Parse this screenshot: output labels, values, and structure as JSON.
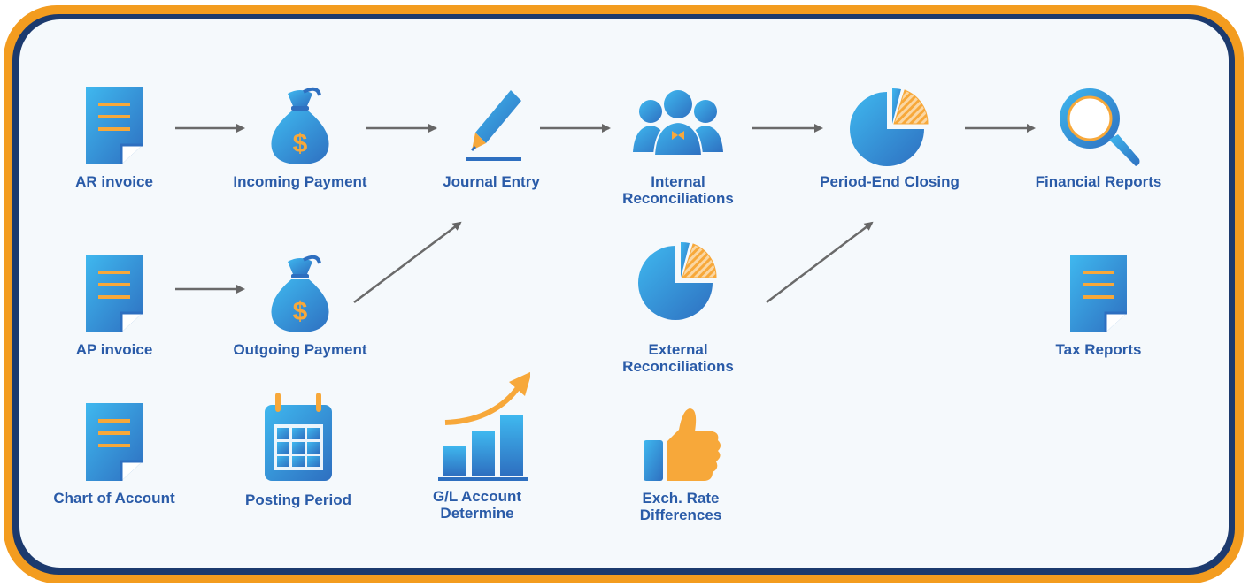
{
  "nodes": {
    "ar_invoice": "AR invoice",
    "incoming_payment": "Incoming Payment",
    "journal_entry": "Journal Entry",
    "internal_recon_1": "Internal",
    "internal_recon_2": "Reconciliations",
    "period_end_closing": "Period-End Closing",
    "financial_reports": "Financial Reports",
    "ap_invoice": "AP invoice",
    "outgoing_payment": "Outgoing Payment",
    "external_recon_1": "External",
    "external_recon_2": "Reconciliations",
    "tax_reports": "Tax Reports",
    "chart_of_account": "Chart of Account",
    "posting_period": "Posting Period",
    "gl_account_1": "G/L Account",
    "gl_account_2": "Determine",
    "exch_rate_1": "Exch. Rate",
    "exch_rate_2": "Differences"
  },
  "colors": {
    "frame": "#f39c1f",
    "frame_border": "#1c3a6e",
    "panel": "#f5f9fc",
    "icon_blue_light": "#3fb8ef",
    "icon_blue_dark": "#2e6fc0",
    "accent_orange": "#f7a83a",
    "arrow": "#666666",
    "label": "#2a5ba8"
  },
  "icons": {
    "invoice": "document-icon",
    "payment": "money-bag-icon",
    "journal": "pen-icon",
    "reconciliation": "people-icon",
    "closing": "pie-chart-icon",
    "reports": "magnifier-icon",
    "posting": "calendar-icon",
    "gl": "bar-chart-icon",
    "exchange": "thumbs-up-icon"
  }
}
